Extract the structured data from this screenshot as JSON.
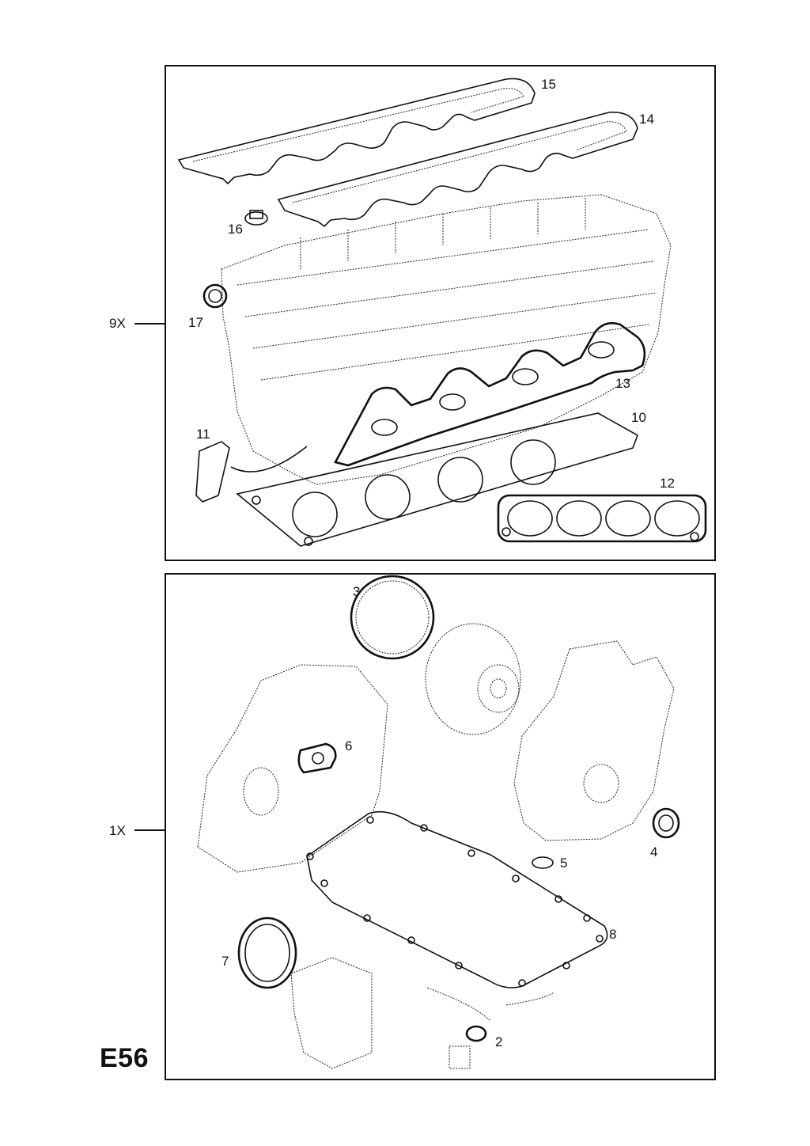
{
  "page_code": "E56",
  "groups": [
    {
      "id": "top",
      "label": "9X"
    },
    {
      "id": "bottom",
      "label": "1X"
    }
  ],
  "callouts": {
    "n15": "15",
    "n14": "14",
    "n16": "16",
    "n17": "17",
    "n13": "13",
    "n10": "10",
    "n11": "11",
    "n12": "12",
    "n3": "3",
    "n6": "6",
    "n5": "5",
    "n4": "4",
    "n8": "8",
    "n7": "7",
    "n2": "2"
  }
}
